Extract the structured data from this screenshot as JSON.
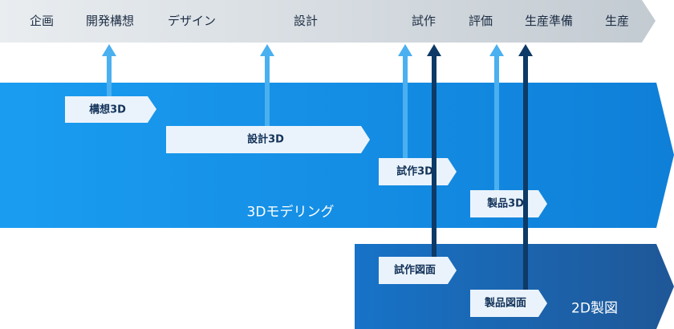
{
  "phases": [
    "企画",
    "開発構想",
    "デザイン",
    "設計",
    "試作",
    "評価",
    "生産準備",
    "生産"
  ],
  "bands": {
    "modeling": "3Dモデリング",
    "drawing": "2D製図"
  },
  "chevrons": {
    "concept_3d": "構想3D",
    "design_3d": "設計3D",
    "prototype_3d": "試作3D",
    "product_3d": "製品3D",
    "prototype_drawing": "試作図面",
    "product_drawing": "製品図面"
  },
  "colors": {
    "timeline_start": "#e9edf0",
    "timeline_end": "#c3cbd2",
    "band_3d_start": "#1a9df1",
    "band_3d_end": "#0f7fd8",
    "band_2d_start": "#1773c8",
    "band_2d_end": "#1f5797",
    "chevron_fill": "#eaf3fb",
    "arrow_light": "#4ab0f0",
    "arrow_dark": "#0d3a66"
  }
}
